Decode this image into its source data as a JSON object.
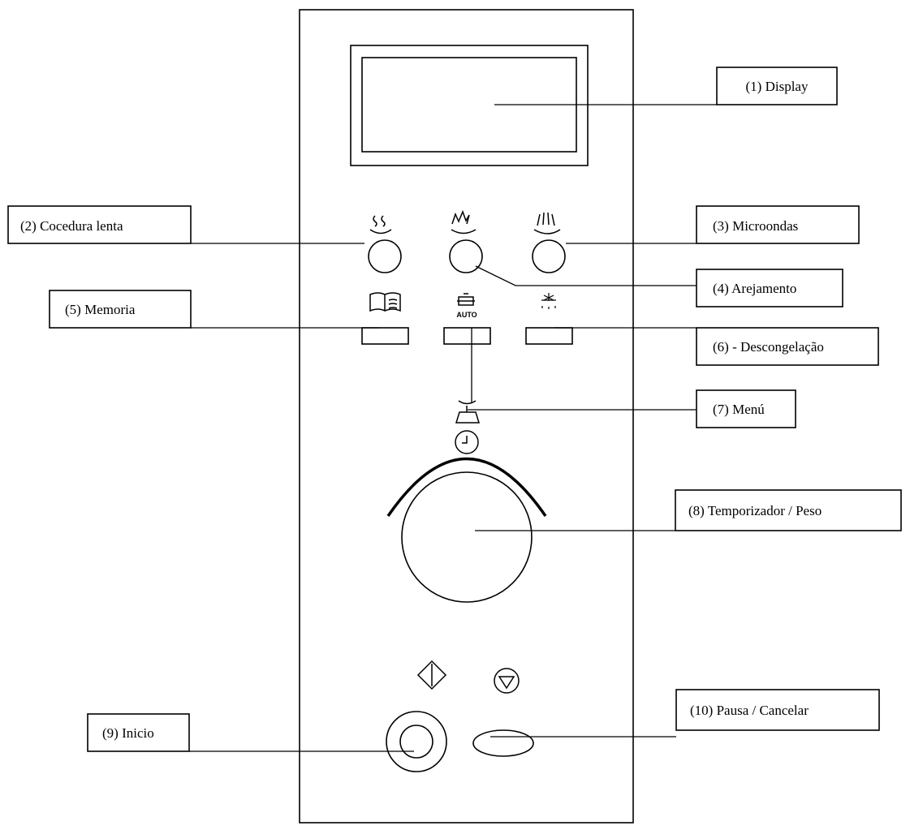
{
  "labels": {
    "display": "(1) Display",
    "slow_cook": "(2)  Cocedura lenta",
    "microwave": "(3) Microondas",
    "grill": "(4) Arejamento",
    "memory": "(5) Memoria",
    "defrost": "(6) - Descongelação",
    "menu": "(7) Menú",
    "timer_weight": "(8) Temporizador / Peso",
    "start": "(9) Inicio",
    "pause_cancel": "(10) Pausa / Cancelar"
  },
  "icons": {
    "auto_text": "AUTO"
  }
}
